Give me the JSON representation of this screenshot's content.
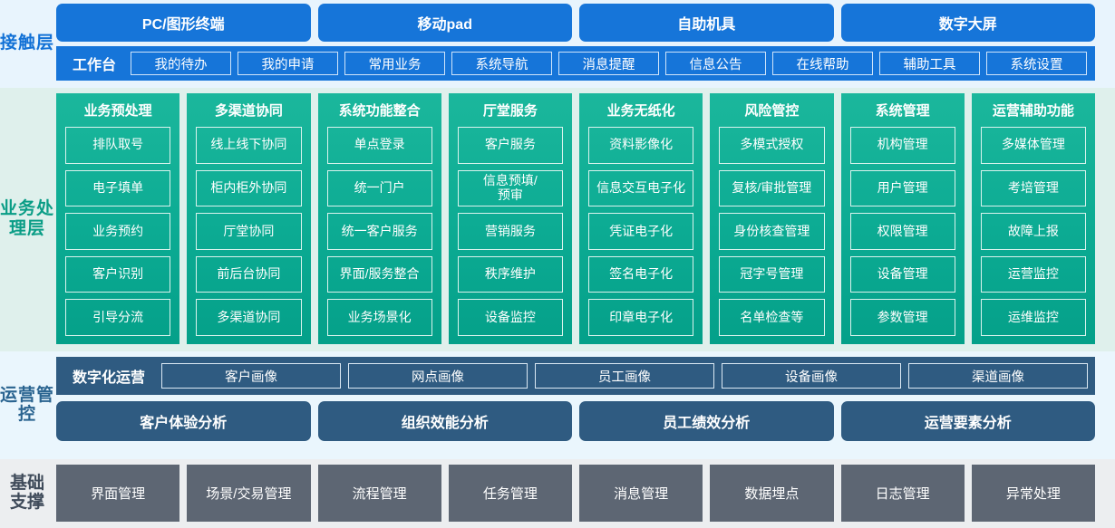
{
  "layers": {
    "contact": {
      "label": "接触层",
      "label_color": "#1271d6",
      "accent": "#1675d9",
      "channels": [
        "PC/图形终端",
        "移动pad",
        "自助机具",
        "数字大屏"
      ],
      "workbench_label": "工作台",
      "toolbar": [
        "我的待办",
        "我的申请",
        "常用业务",
        "系统导航",
        "消息提醒",
        "信息公告",
        "在线帮助",
        "辅助工具",
        "系统设置"
      ]
    },
    "business": {
      "label": "业务处理层",
      "label_color": "#0a9d86",
      "accent": "#0cab93",
      "columns": [
        {
          "title": "业务预处理",
          "items": [
            "排队取号",
            "电子填单",
            "业务预约",
            "客户识别",
            "引导分流"
          ]
        },
        {
          "title": "多渠道协同",
          "items": [
            "线上线下协同",
            "柜内柜外协同",
            "厅堂协同",
            "前后台协同",
            "多渠道协同"
          ]
        },
        {
          "title": "系统功能整合",
          "items": [
            "单点登录",
            "统一门户",
            "统一客户服务",
            "界面/服务整合",
            "业务场景化"
          ]
        },
        {
          "title": "厅堂服务",
          "items": [
            "客户服务",
            "信息预填/\n预审",
            "营销服务",
            "秩序维护",
            "设备监控"
          ]
        },
        {
          "title": "业务无纸化",
          "items": [
            "资料影像化",
            "信息交互电子化",
            "凭证电子化",
            "签名电子化",
            "印章电子化"
          ]
        },
        {
          "title": "风险管控",
          "items": [
            "多模式授权",
            "复核/审批管理",
            "身份核查管理",
            "冠字号管理",
            "名单检查等"
          ]
        },
        {
          "title": "系统管理",
          "items": [
            "机构管理",
            "用户管理",
            "权限管理",
            "设备管理",
            "参数管理"
          ]
        },
        {
          "title": "运营辅助功能",
          "items": [
            "多媒体管理",
            "考培管理",
            "故障上报",
            "运营监控",
            "运维监控"
          ]
        }
      ]
    },
    "operations": {
      "label": "运营管控",
      "label_color": "#2a6490",
      "accent": "#2f5b81",
      "digital_ops_label": "数字化运营",
      "portraits": [
        "客户画像",
        "网点画像",
        "员工画像",
        "设备画像",
        "渠道画像"
      ],
      "analyses": [
        "客户体验分析",
        "组织效能分析",
        "员工绩效分析",
        "运营要素分析"
      ]
    },
    "foundation": {
      "label": "基础\n支撑",
      "label_color": "#3f4b5a",
      "accent": "#5d6673",
      "items": [
        "界面管理",
        "场景/交易管理",
        "流程管理",
        "任务管理",
        "消息管理",
        "数据埋点",
        "日志管理",
        "异常处理"
      ]
    }
  }
}
